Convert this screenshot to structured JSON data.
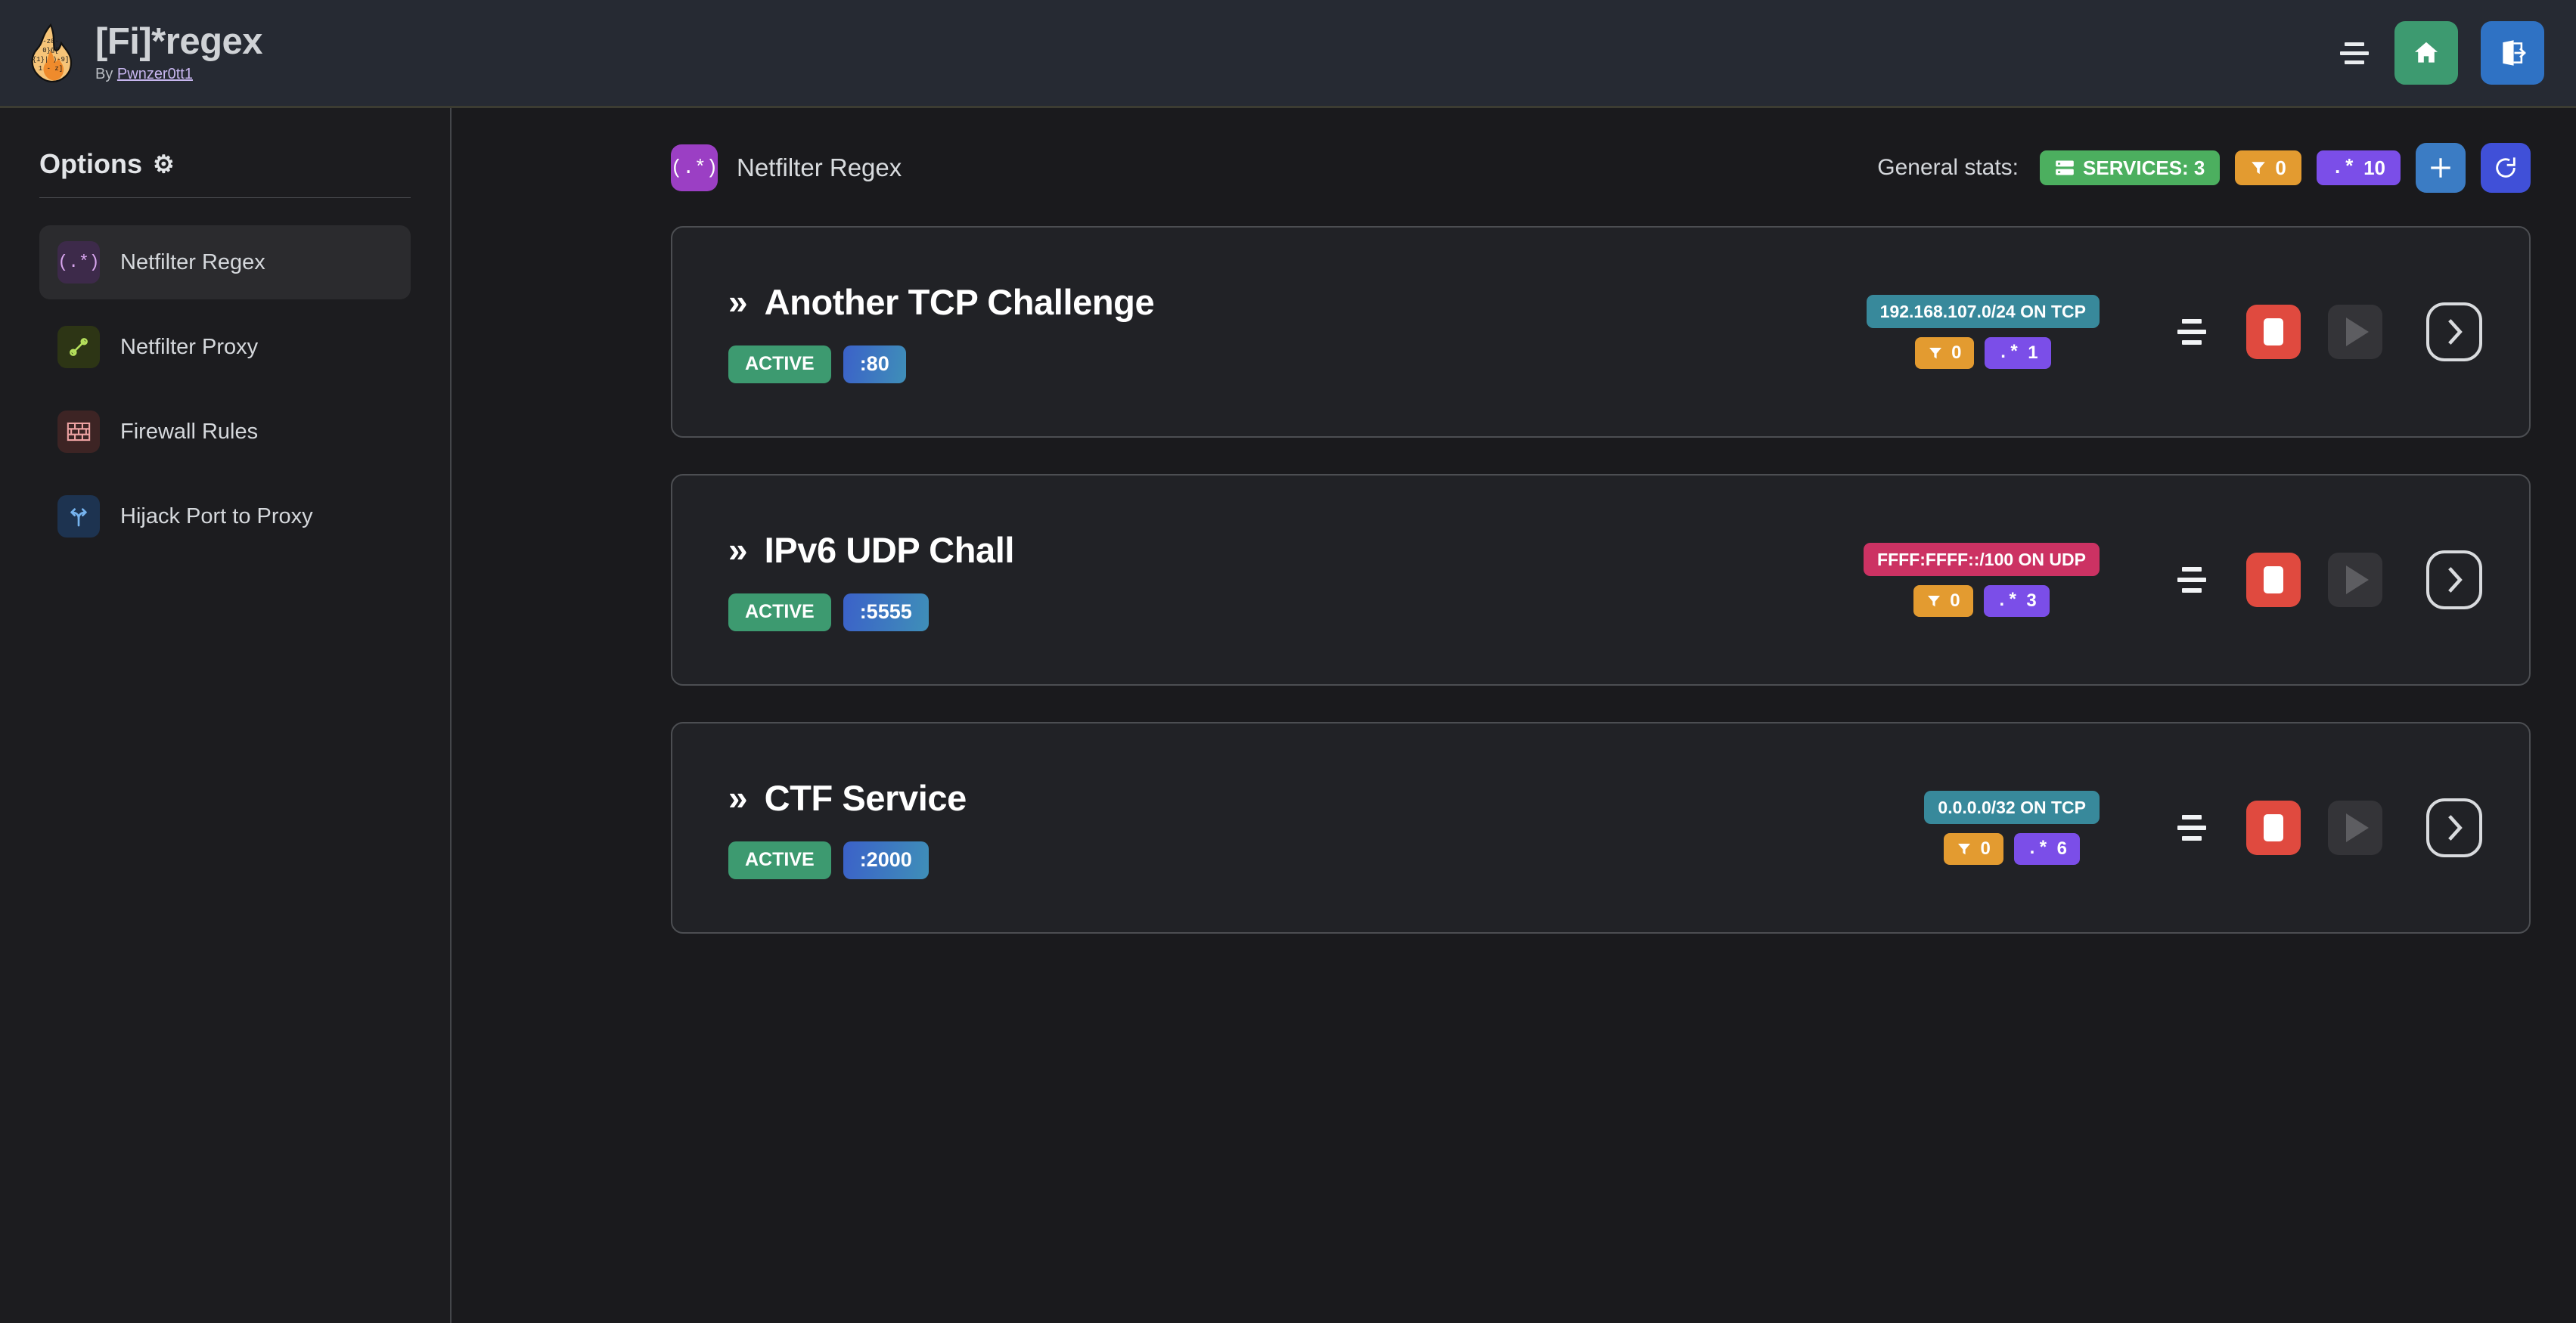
{
  "header": {
    "logo_icon": "flame-regex-logo",
    "title": "[Fi]*regex",
    "by_prefix": "By",
    "author": "Pwnzer0tt1",
    "menu_icon": "hamburger-menu-icon",
    "home_icon": "home-icon",
    "logout_icon": "logout-icon",
    "colors": {
      "home": "#3d9a70",
      "logout": "#2f72c4",
      "bar_bg": "#262a33"
    }
  },
  "sidebar": {
    "title": "Options",
    "gear_icon": "gear-icon",
    "items": [
      {
        "label": "Netfilter Regex",
        "icon": "regex-icon",
        "glyph": "(.*)",
        "active": true
      },
      {
        "label": "Netfilter Proxy",
        "icon": "plug-icon",
        "glyph": "",
        "active": false
      },
      {
        "label": "Firewall Rules",
        "icon": "brickwall-icon",
        "glyph": "",
        "active": false
      },
      {
        "label": "Hijack Port to Proxy",
        "icon": "route-split-icon",
        "glyph": "",
        "active": false
      }
    ]
  },
  "main": {
    "page_icon": "regex-icon",
    "page_icon_glyph": "(.*)",
    "page_title": "Netfilter Regex",
    "stats_label": "General stats:",
    "stats": {
      "services_icon": "server-icon",
      "services_label": "SERVICES: 3",
      "filter_icon": "filter-icon",
      "filter_count": "0",
      "regex_icon": "regex-count-icon",
      "regex_count": "10"
    },
    "add_icon": "plus-icon",
    "refresh_icon": "refresh-icon",
    "colors": {
      "services": "#4caf5f",
      "filter": "#e39b30",
      "regex": "#7b4ee8",
      "add": "#3b7cc4",
      "refresh": "#4050d8"
    }
  },
  "services": [
    {
      "chevron": "»",
      "name": "Another TCP Challenge",
      "status": "ACTIVE",
      "port": ":80",
      "network": "192.168.107.0/24 ON TCP",
      "proto": "tcp",
      "filter_count": "0",
      "regex_count": "1",
      "handle_icon": "drag-handle-icon",
      "stop_icon": "stop-icon",
      "play_icon": "play-icon",
      "open_icon": "chevron-right-icon",
      "play_disabled": true
    },
    {
      "chevron": "»",
      "name": "IPv6 UDP Chall",
      "status": "ACTIVE",
      "port": ":5555",
      "network": "FFFF:FFFF::/100 ON UDP",
      "proto": "udp",
      "filter_count": "0",
      "regex_count": "3",
      "handle_icon": "drag-handle-icon",
      "stop_icon": "stop-icon",
      "play_icon": "play-icon",
      "open_icon": "chevron-right-icon",
      "play_disabled": true
    },
    {
      "chevron": "»",
      "name": "CTF Service",
      "status": "ACTIVE",
      "port": ":2000",
      "network": "0.0.0.0/32 ON TCP",
      "proto": "tcp",
      "filter_count": "0",
      "regex_count": "6",
      "handle_icon": "drag-handle-icon",
      "stop_icon": "stop-icon",
      "play_icon": "play-icon",
      "open_icon": "chevron-right-icon",
      "play_disabled": true
    }
  ]
}
